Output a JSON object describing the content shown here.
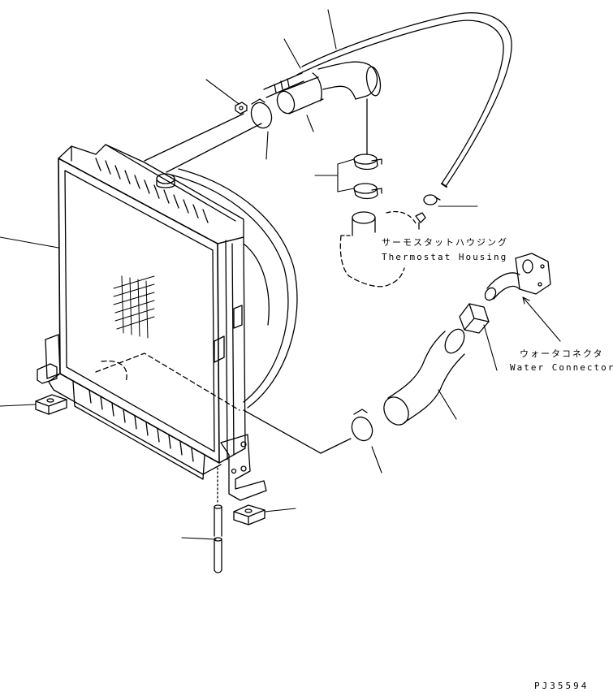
{
  "labels": {
    "thermostat_housing_jp": "サーモスタットハウジング",
    "thermostat_housing_en": "Thermostat Housing",
    "water_connector_jp": "ウォータコネクタ",
    "water_connector_en": "Water Connector",
    "drawing_code": "PJ35594"
  },
  "colors": {
    "line": "#000000",
    "background": "#ffffff"
  }
}
